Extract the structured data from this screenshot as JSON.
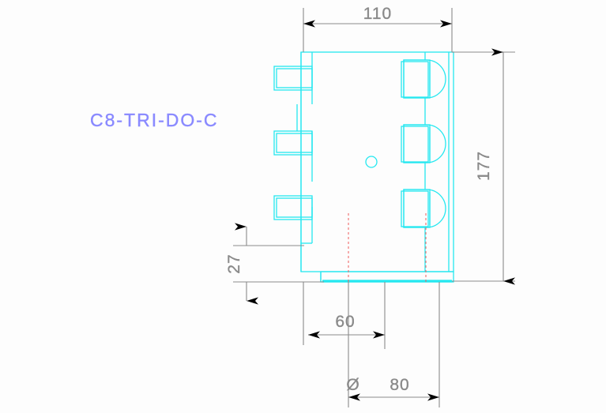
{
  "drawing": {
    "type": "cad-technical-drawing",
    "background_color": "#fdfdfd",
    "geometry_color": "#25e8f0",
    "dimension_color": "#8a8a8a",
    "label_color": "#8a8aff",
    "centerline_color": "#f06060",
    "part_label": "C8-TRI-DO-C",
    "dimensions": {
      "width_top": "110",
      "height_right": "177",
      "offset_left": "27",
      "spacing_bottom": "60",
      "diameter_symbol": "Ø",
      "diameter_value": "80"
    },
    "features": {
      "left_tabs_count": "3",
      "right_slots_count": "3",
      "center_hole": "circle",
      "hidden_centerlines": "2"
    }
  }
}
